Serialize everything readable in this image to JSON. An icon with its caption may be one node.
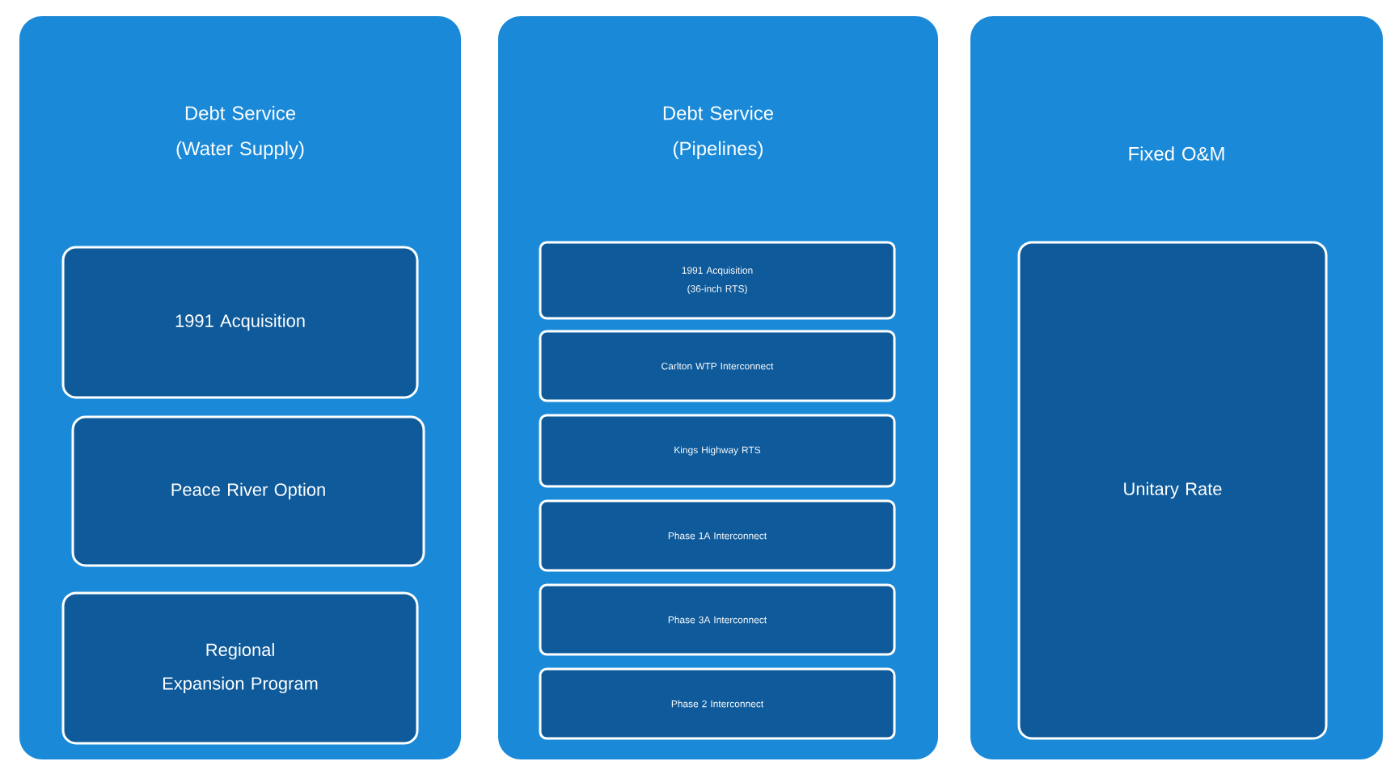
{
  "diagram": {
    "nodes": [
      {
        "text": [
          "Debt Service (Water Supply)"
        ]
      },
      {
        "text": [
          "1991 Acquisition"
        ],
        "in": 0
      },
      {
        "text": [
          "Peace River Option"
        ],
        "in": 0
      },
      {
        "text": [
          "Regional Expansion Program"
        ],
        "in": 0
      },
      {
        "text": [
          "Debt Service (Pipelines)"
        ]
      },
      {
        "text": [
          "1991 Acquisition (36-inch RTS)"
        ],
        "in": 4
      },
      {
        "text": [
          "Carlton WTP Interconnect"
        ],
        "in": 4
      },
      {
        "text": [
          "Kings Highway RTS"
        ],
        "in": 4
      },
      {
        "text": [
          "Phase 1A Interconnect"
        ],
        "in": 4
      },
      {
        "text": [
          "Phase 3A Interconnect"
        ],
        "in": 4
      },
      {
        "text": [
          "Phase 2 Interconnect"
        ],
        "in": 4
      },
      {
        "text": [
          "Fixed O&M"
        ]
      },
      {
        "text": [
          "Unitary Rate"
        ],
        "in": 11
      }
    ]
  }
}
